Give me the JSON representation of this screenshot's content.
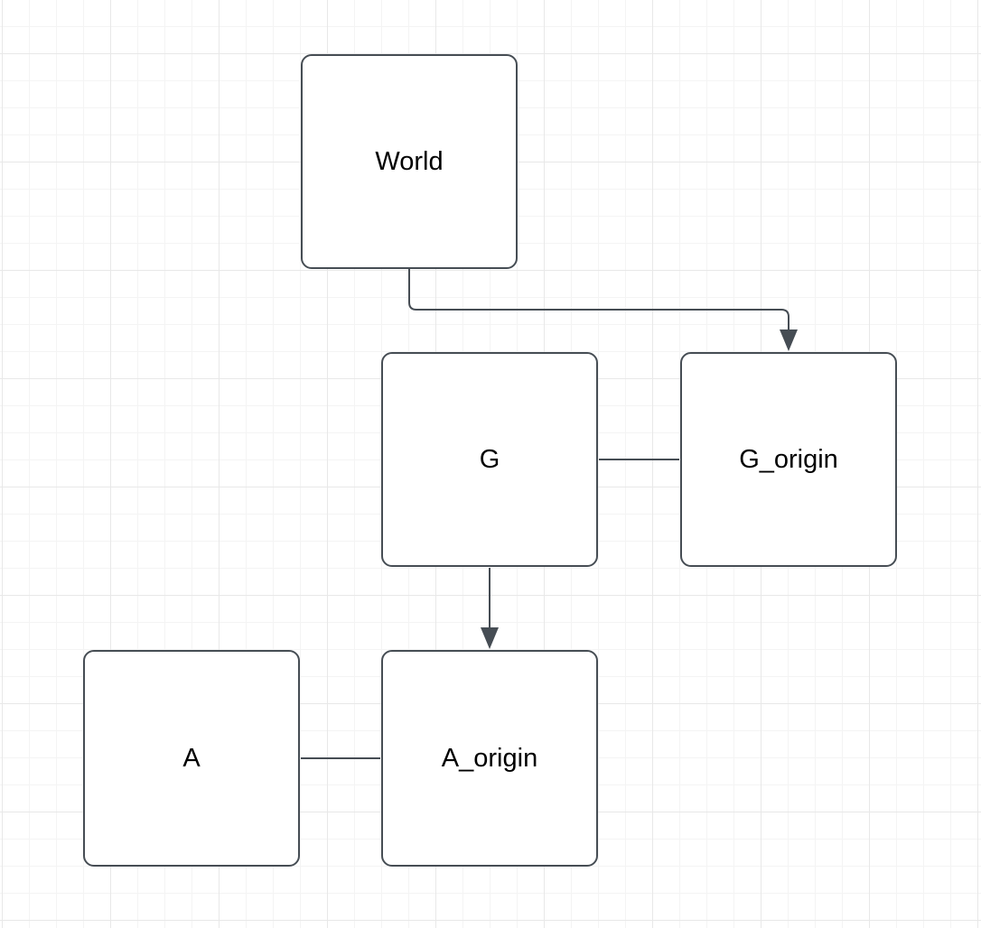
{
  "canvas": {
    "type": "diagram-grid-canvas",
    "colors": {
      "stroke": "#464d54",
      "text": "#000000",
      "node_fill": "#ffffff",
      "grid_minor": "#f4f4f4",
      "grid_major": "#e8e8e8",
      "bg": "#ffffff"
    }
  },
  "nodes": {
    "world": {
      "label": "World"
    },
    "g": {
      "label": "G"
    },
    "g_origin": {
      "label": "G_origin"
    },
    "a": {
      "label": "A"
    },
    "a_origin": {
      "label": "A_origin"
    }
  },
  "edges": [
    {
      "from": "World",
      "to": "G_origin",
      "type": "orthogonal",
      "arrow": "target"
    },
    {
      "from": "G",
      "to": "G_origin",
      "type": "straight",
      "arrow": "none"
    },
    {
      "from": "G",
      "to": "A_origin",
      "type": "straight",
      "arrow": "target"
    },
    {
      "from": "A",
      "to": "A_origin",
      "type": "straight",
      "arrow": "none"
    }
  ]
}
